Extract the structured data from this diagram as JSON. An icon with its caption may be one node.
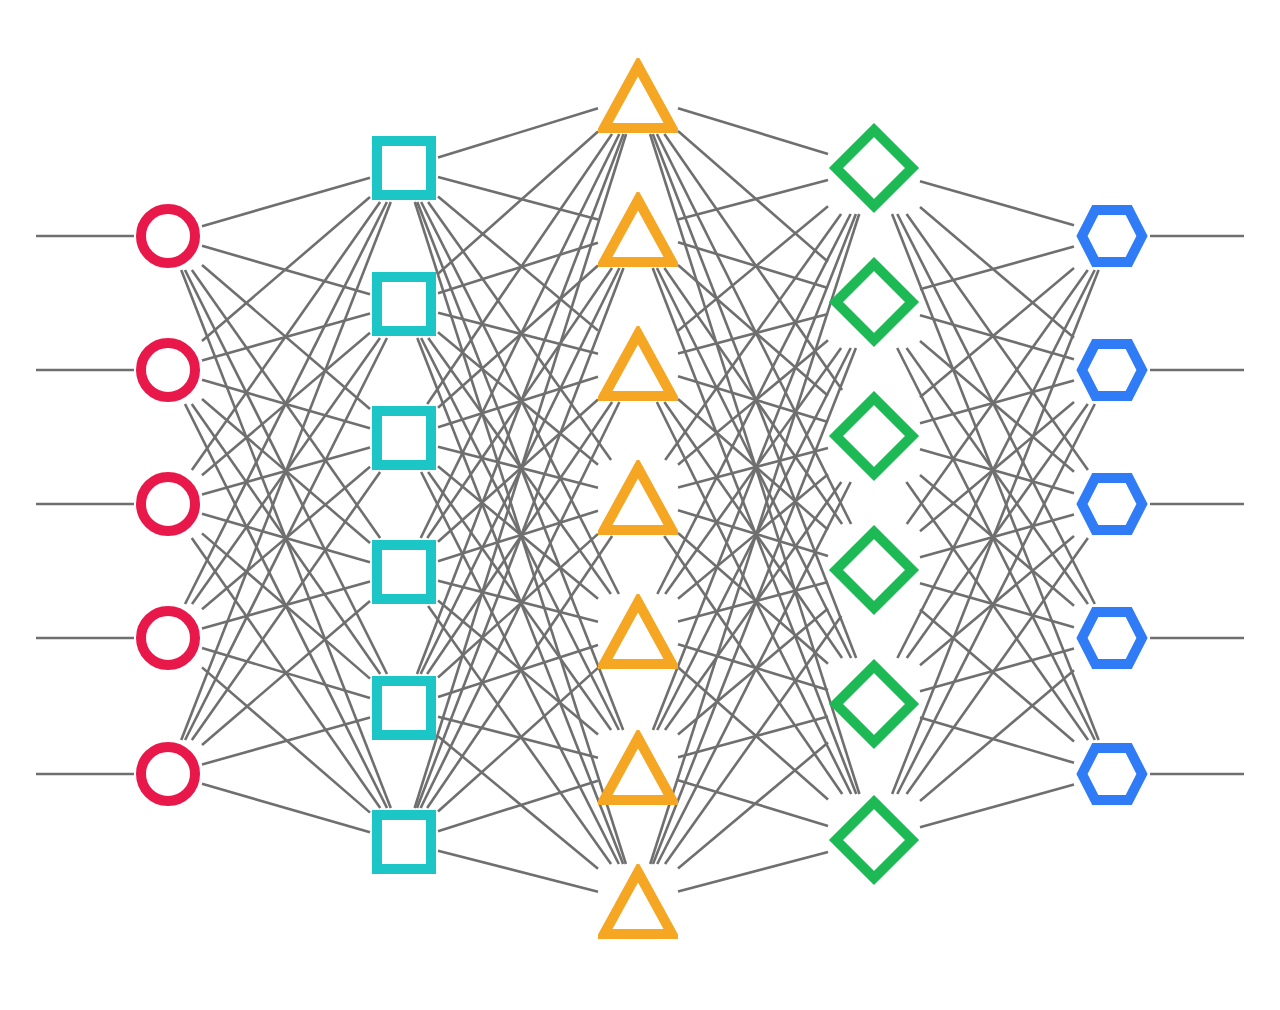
{
  "diagram": {
    "nodes": [
      {
        "text": [],
        "shape": "circle"
      },
      {
        "text": [],
        "shape": "circle"
      },
      {
        "text": [],
        "shape": "circle"
      },
      {
        "text": [],
        "shape": "circle"
      },
      {
        "text": [],
        "shape": "circle"
      },
      {
        "text": [],
        "shape": "box"
      },
      {
        "text": [],
        "shape": "box"
      },
      {
        "text": [],
        "shape": "box"
      },
      {
        "text": [],
        "shape": "box"
      },
      {
        "text": [],
        "shape": "box"
      },
      {
        "text": [],
        "shape": "box"
      },
      {
        "text": [],
        "shape": "triangle"
      },
      {
        "text": [],
        "shape": "triangle"
      },
      {
        "text": [],
        "shape": "triangle"
      },
      {
        "text": [],
        "shape": "triangle"
      },
      {
        "text": [],
        "shape": "triangle"
      },
      {
        "text": [],
        "shape": "triangle"
      },
      {
        "text": [],
        "shape": "triangle"
      },
      {
        "text": [],
        "shape": "diamond"
      },
      {
        "text": [],
        "shape": "diamond"
      },
      {
        "text": [],
        "shape": "diamond"
      },
      {
        "text": [],
        "shape": "diamond"
      },
      {
        "text": [],
        "shape": "diamond"
      },
      {
        "text": [],
        "shape": "diamond"
      },
      {
        "text": [],
        "shape": "hexagon"
      },
      {
        "text": [],
        "shape": "hexagon"
      },
      {
        "text": [],
        "shape": "hexagon"
      },
      {
        "text": [],
        "shape": "hexagon"
      },
      {
        "text": [],
        "shape": "hexagon"
      }
    ],
    "edges": [
      {
        "from": null,
        "to": 0,
        "arrow": "none"
      },
      {
        "from": null,
        "to": 1,
        "arrow": "none"
      },
      {
        "from": null,
        "to": 2,
        "arrow": "none"
      },
      {
        "from": null,
        "to": 3,
        "arrow": "none"
      },
      {
        "from": null,
        "to": 4,
        "arrow": "none"
      },
      {
        "from": 0,
        "to": 5,
        "arrow": "none"
      },
      {
        "from": 0,
        "to": 6,
        "arrow": "none"
      },
      {
        "from": 0,
        "to": 7,
        "arrow": "none"
      },
      {
        "from": 0,
        "to": 8,
        "arrow": "none"
      },
      {
        "from": 0,
        "to": 9,
        "arrow": "none"
      },
      {
        "from": 0,
        "to": 10,
        "arrow": "none"
      },
      {
        "from": 1,
        "to": 5,
        "arrow": "none"
      },
      {
        "from": 1,
        "to": 6,
        "arrow": "none"
      },
      {
        "from": 1,
        "to": 7,
        "arrow": "none"
      },
      {
        "from": 1,
        "to": 8,
        "arrow": "none"
      },
      {
        "from": 1,
        "to": 9,
        "arrow": "none"
      },
      {
        "from": 1,
        "to": 10,
        "arrow": "none"
      },
      {
        "from": 2,
        "to": 5,
        "arrow": "none"
      },
      {
        "from": 2,
        "to": 6,
        "arrow": "none"
      },
      {
        "from": 2,
        "to": 7,
        "arrow": "none"
      },
      {
        "from": 2,
        "to": 8,
        "arrow": "none"
      },
      {
        "from": 2,
        "to": 9,
        "arrow": "none"
      },
      {
        "from": 2,
        "to": 10,
        "arrow": "none"
      },
      {
        "from": 3,
        "to": 5,
        "arrow": "none"
      },
      {
        "from": 3,
        "to": 6,
        "arrow": "none"
      },
      {
        "from": 3,
        "to": 7,
        "arrow": "none"
      },
      {
        "from": 3,
        "to": 8,
        "arrow": "none"
      },
      {
        "from": 3,
        "to": 9,
        "arrow": "none"
      },
      {
        "from": 3,
        "to": 10,
        "arrow": "none"
      },
      {
        "from": 4,
        "to": 5,
        "arrow": "none"
      },
      {
        "from": 4,
        "to": 6,
        "arrow": "none"
      },
      {
        "from": 4,
        "to": 7,
        "arrow": "none"
      },
      {
        "from": 4,
        "to": 8,
        "arrow": "none"
      },
      {
        "from": 4,
        "to": 9,
        "arrow": "none"
      },
      {
        "from": 4,
        "to": 10,
        "arrow": "none"
      },
      {
        "from": 5,
        "to": 11,
        "arrow": "none"
      },
      {
        "from": 5,
        "to": 12,
        "arrow": "none"
      },
      {
        "from": 5,
        "to": 13,
        "arrow": "none"
      },
      {
        "from": 5,
        "to": 14,
        "arrow": "none"
      },
      {
        "from": 5,
        "to": 15,
        "arrow": "none"
      },
      {
        "from": 5,
        "to": 16,
        "arrow": "none"
      },
      {
        "from": 5,
        "to": 17,
        "arrow": "none"
      },
      {
        "from": 6,
        "to": 11,
        "arrow": "none"
      },
      {
        "from": 6,
        "to": 12,
        "arrow": "none"
      },
      {
        "from": 6,
        "to": 13,
        "arrow": "none"
      },
      {
        "from": 6,
        "to": 14,
        "arrow": "none"
      },
      {
        "from": 6,
        "to": 15,
        "arrow": "none"
      },
      {
        "from": 6,
        "to": 16,
        "arrow": "none"
      },
      {
        "from": 6,
        "to": 17,
        "arrow": "none"
      },
      {
        "from": 7,
        "to": 11,
        "arrow": "none"
      },
      {
        "from": 7,
        "to": 12,
        "arrow": "none"
      },
      {
        "from": 7,
        "to": 13,
        "arrow": "none"
      },
      {
        "from": 7,
        "to": 14,
        "arrow": "none"
      },
      {
        "from": 7,
        "to": 15,
        "arrow": "none"
      },
      {
        "from": 7,
        "to": 16,
        "arrow": "none"
      },
      {
        "from": 7,
        "to": 17,
        "arrow": "none"
      },
      {
        "from": 8,
        "to": 11,
        "arrow": "none"
      },
      {
        "from": 8,
        "to": 12,
        "arrow": "none"
      },
      {
        "from": 8,
        "to": 13,
        "arrow": "none"
      },
      {
        "from": 8,
        "to": 14,
        "arrow": "none"
      },
      {
        "from": 8,
        "to": 15,
        "arrow": "none"
      },
      {
        "from": 8,
        "to": 16,
        "arrow": "none"
      },
      {
        "from": 8,
        "to": 17,
        "arrow": "none"
      },
      {
        "from": 9,
        "to": 11,
        "arrow": "none"
      },
      {
        "from": 9,
        "to": 12,
        "arrow": "none"
      },
      {
        "from": 9,
        "to": 13,
        "arrow": "none"
      },
      {
        "from": 9,
        "to": 14,
        "arrow": "none"
      },
      {
        "from": 9,
        "to": 15,
        "arrow": "none"
      },
      {
        "from": 9,
        "to": 16,
        "arrow": "none"
      },
      {
        "from": 9,
        "to": 17,
        "arrow": "none"
      },
      {
        "from": 10,
        "to": 11,
        "arrow": "none"
      },
      {
        "from": 10,
        "to": 12,
        "arrow": "none"
      },
      {
        "from": 10,
        "to": 13,
        "arrow": "none"
      },
      {
        "from": 10,
        "to": 14,
        "arrow": "none"
      },
      {
        "from": 10,
        "to": 15,
        "arrow": "none"
      },
      {
        "from": 10,
        "to": 16,
        "arrow": "none"
      },
      {
        "from": 10,
        "to": 17,
        "arrow": "none"
      },
      {
        "from": 11,
        "to": 18,
        "arrow": "none"
      },
      {
        "from": 11,
        "to": 19,
        "arrow": "none"
      },
      {
        "from": 11,
        "to": 20,
        "arrow": "none"
      },
      {
        "from": 11,
        "to": 21,
        "arrow": "none"
      },
      {
        "from": 11,
        "to": 22,
        "arrow": "none"
      },
      {
        "from": 11,
        "to": 23,
        "arrow": "none"
      },
      {
        "from": 12,
        "to": 18,
        "arrow": "none"
      },
      {
        "from": 12,
        "to": 19,
        "arrow": "none"
      },
      {
        "from": 12,
        "to": 20,
        "arrow": "none"
      },
      {
        "from": 12,
        "to": 21,
        "arrow": "none"
      },
      {
        "from": 12,
        "to": 22,
        "arrow": "none"
      },
      {
        "from": 12,
        "to": 23,
        "arrow": "none"
      },
      {
        "from": 13,
        "to": 18,
        "arrow": "none"
      },
      {
        "from": 13,
        "to": 19,
        "arrow": "none"
      },
      {
        "from": 13,
        "to": 20,
        "arrow": "none"
      },
      {
        "from": 13,
        "to": 21,
        "arrow": "none"
      },
      {
        "from": 13,
        "to": 22,
        "arrow": "none"
      },
      {
        "from": 13,
        "to": 23,
        "arrow": "none"
      },
      {
        "from": 14,
        "to": 18,
        "arrow": "none"
      },
      {
        "from": 14,
        "to": 19,
        "arrow": "none"
      },
      {
        "from": 14,
        "to": 20,
        "arrow": "none"
      },
      {
        "from": 14,
        "to": 21,
        "arrow": "none"
      },
      {
        "from": 14,
        "to": 22,
        "arrow": "none"
      },
      {
        "from": 14,
        "to": 23,
        "arrow": "none"
      },
      {
        "from": 15,
        "to": 18,
        "arrow": "none"
      },
      {
        "from": 15,
        "to": 19,
        "arrow": "none"
      },
      {
        "from": 15,
        "to": 20,
        "arrow": "none"
      },
      {
        "from": 15,
        "to": 21,
        "arrow": "none"
      },
      {
        "from": 15,
        "to": 22,
        "arrow": "none"
      },
      {
        "from": 15,
        "to": 23,
        "arrow": "none"
      },
      {
        "from": 16,
        "to": 18,
        "arrow": "none"
      },
      {
        "from": 16,
        "to": 19,
        "arrow": "none"
      },
      {
        "from": 16,
        "to": 20,
        "arrow": "none"
      },
      {
        "from": 16,
        "to": 21,
        "arrow": "none"
      },
      {
        "from": 16,
        "to": 22,
        "arrow": "none"
      },
      {
        "from": 16,
        "to": 23,
        "arrow": "none"
      },
      {
        "from": 17,
        "to": 18,
        "arrow": "none"
      },
      {
        "from": 17,
        "to": 19,
        "arrow": "none"
      },
      {
        "from": 17,
        "to": 20,
        "arrow": "none"
      },
      {
        "from": 17,
        "to": 21,
        "arrow": "none"
      },
      {
        "from": 17,
        "to": 22,
        "arrow": "none"
      },
      {
        "from": 17,
        "to": 23,
        "arrow": "none"
      },
      {
        "from": 18,
        "to": 24,
        "arrow": "none"
      },
      {
        "from": 18,
        "to": 25,
        "arrow": "none"
      },
      {
        "from": 18,
        "to": 26,
        "arrow": "none"
      },
      {
        "from": 18,
        "to": 27,
        "arrow": "none"
      },
      {
        "from": 18,
        "to": 28,
        "arrow": "none"
      },
      {
        "from": 19,
        "to": 24,
        "arrow": "none"
      },
      {
        "from": 19,
        "to": 25,
        "arrow": "none"
      },
      {
        "from": 19,
        "to": 26,
        "arrow": "none"
      },
      {
        "from": 19,
        "to": 27,
        "arrow": "none"
      },
      {
        "from": 19,
        "to": 28,
        "arrow": "none"
      },
      {
        "from": 20,
        "to": 24,
        "arrow": "none"
      },
      {
        "from": 20,
        "to": 25,
        "arrow": "none"
      },
      {
        "from": 20,
        "to": 26,
        "arrow": "none"
      },
      {
        "from": 20,
        "to": 27,
        "arrow": "none"
      },
      {
        "from": 20,
        "to": 28,
        "arrow": "none"
      },
      {
        "from": 21,
        "to": 24,
        "arrow": "none"
      },
      {
        "from": 21,
        "to": 25,
        "arrow": "none"
      },
      {
        "from": 21,
        "to": 26,
        "arrow": "none"
      },
      {
        "from": 21,
        "to": 27,
        "arrow": "none"
      },
      {
        "from": 21,
        "to": 28,
        "arrow": "none"
      },
      {
        "from": 22,
        "to": 24,
        "arrow": "none"
      },
      {
        "from": 22,
        "to": 25,
        "arrow": "none"
      },
      {
        "from": 22,
        "to": 26,
        "arrow": "none"
      },
      {
        "from": 22,
        "to": 27,
        "arrow": "none"
      },
      {
        "from": 22,
        "to": 28,
        "arrow": "none"
      },
      {
        "from": 23,
        "to": 24,
        "arrow": "none"
      },
      {
        "from": 23,
        "to": 25,
        "arrow": "none"
      },
      {
        "from": 23,
        "to": 26,
        "arrow": "none"
      },
      {
        "from": 23,
        "to": 27,
        "arrow": "none"
      },
      {
        "from": 23,
        "to": 28,
        "arrow": "none"
      },
      {
        "from": 24,
        "to": null,
        "arrow": "none"
      },
      {
        "from": 25,
        "to": null,
        "arrow": "none"
      },
      {
        "from": 26,
        "to": null,
        "arrow": "none"
      },
      {
        "from": 27,
        "to": null,
        "arrow": "none"
      },
      {
        "from": 28,
        "to": null,
        "arrow": "none"
      }
    ]
  }
}
